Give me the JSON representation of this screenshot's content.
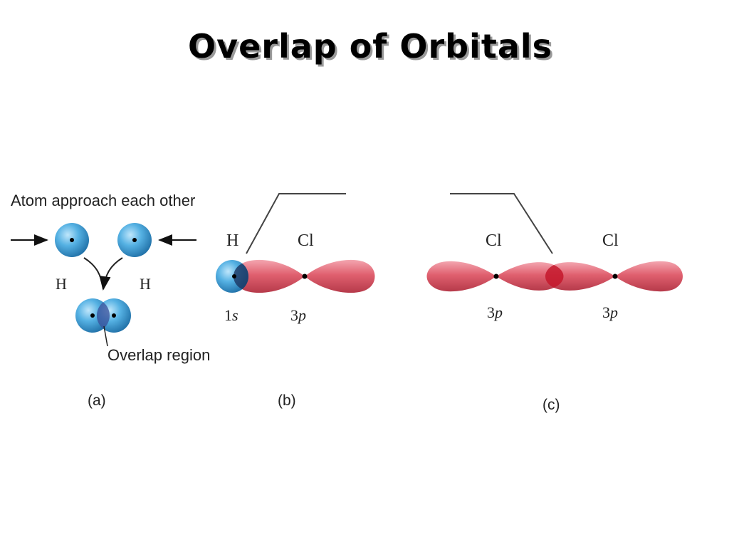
{
  "title": "Overlap of Orbitals",
  "panel_a": {
    "caption": "Atom approach each other",
    "left_atom": "H",
    "right_atom": "H",
    "overlap_label": "Overlap region",
    "label": "(a)"
  },
  "panel_b": {
    "atom1": "H",
    "atom2": "Cl",
    "orbital1_num": "1",
    "orbital1_sym": "s",
    "orbital2_num": "3",
    "orbital2_sym": "p",
    "label": "(b)"
  },
  "panel_c": {
    "atom1": "Cl",
    "atom2": "Cl",
    "orbital1_num": "3",
    "orbital1_sym": "p",
    "orbital2_num": "3",
    "orbital2_sym": "p",
    "label": "(c)"
  },
  "colors": {
    "s_orbital": "#4aa8dc",
    "p_orbital": "#e06a78",
    "overlap_blue": "#27406e",
    "overlap_red": "#c81e32"
  }
}
